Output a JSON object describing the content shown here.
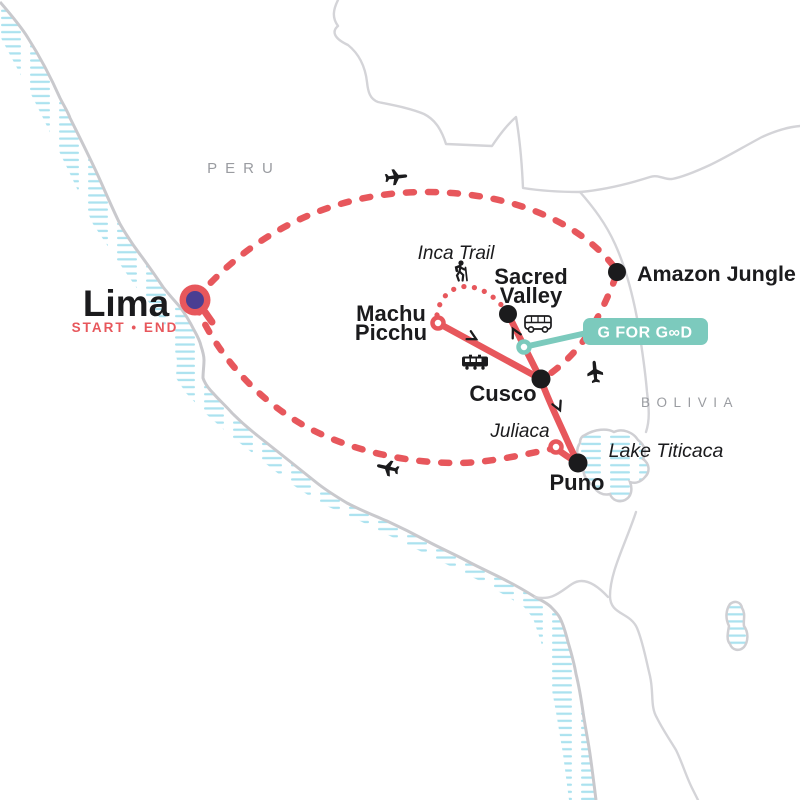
{
  "colors": {
    "route_red": "#E7575C",
    "brand_purple": "#4A3E92",
    "teal": "#7CCABD",
    "water_hatch_cyan": "#ABE2EF",
    "coast_gray": "#C9C9CD",
    "border_gray": "#D4D4D8",
    "region_label_gray": "#9A9CA1",
    "label_black": "#1B1B1D"
  },
  "regions": {
    "peru": "PERU",
    "bolivia": "BOLIVIA"
  },
  "start": {
    "city": "Lima",
    "tag": "START • END"
  },
  "stops": {
    "machu_picchu": {
      "line1": "Machu",
      "line2": "Picchu"
    },
    "sacred_valley": {
      "line1": "Sacred",
      "line2": "Valley"
    },
    "cusco": {
      "label": "Cusco"
    },
    "puno": {
      "label": "Puno"
    },
    "amazon_jungle": {
      "label": "Amazon Jungle"
    }
  },
  "waypoints": {
    "juliaca": {
      "label": "Juliaca"
    },
    "inca_trail": {
      "label": "Inca Trail"
    },
    "lake_titicaca": {
      "label": "Lake Titicaca"
    }
  },
  "badge": {
    "label": "G FOR GOOD",
    "display": "G FOR G∞D"
  },
  "icons": [
    "plane-icon",
    "train-icon",
    "bus-icon",
    "hiker-icon",
    "start-end-marker",
    "stop-dot",
    "waypoint-circle",
    "g-for-good-stop"
  ]
}
